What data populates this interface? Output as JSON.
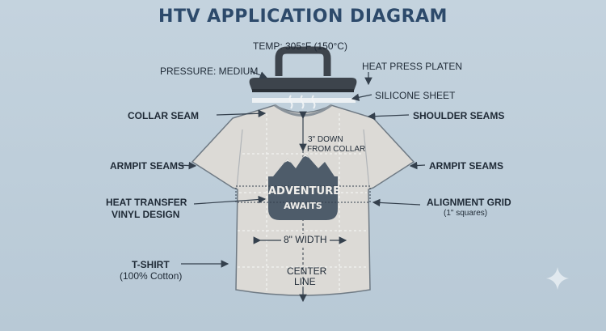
{
  "title": "HTV APPLICATION DIAGRAM",
  "labels": {
    "temp": "TEMP: 305°F (150°C)",
    "pressure": "PRESSURE: MEDIUM",
    "platen": "HEAT PRESS PLATEN",
    "silicone": "SILICONE SHEET",
    "collar_seam": "COLLAR SEAM",
    "shoulder_seams": "SHOULDER SEAMS",
    "armpit_left": "ARMPIT SEAMS",
    "armpit_right": "ARMPIT SEAMS",
    "down_line1": "3\" DOWN",
    "down_line2": "FROM COLLAR",
    "htv_line1": "HEAT TRANSFER",
    "htv_line2": "VINYL DESIGN",
    "grid_line1": "ALIGNMENT GRID",
    "grid_line2": "(1\" squares)",
    "width": "8\" WIDTH",
    "center_line1": "CENTER",
    "center_line2": "LINE",
    "tshirt_line1": "T-SHIRT",
    "tshirt_line2": "(100% Cotton)"
  },
  "design": {
    "line1": "ADVENTURE",
    "line2": "AWAITS"
  },
  "colors": {
    "background": "#bfcfdb",
    "title": "#2d4a6b",
    "shirt": "#dcdad6",
    "badge": "#4e5c6a",
    "platen": "#3d444c"
  }
}
